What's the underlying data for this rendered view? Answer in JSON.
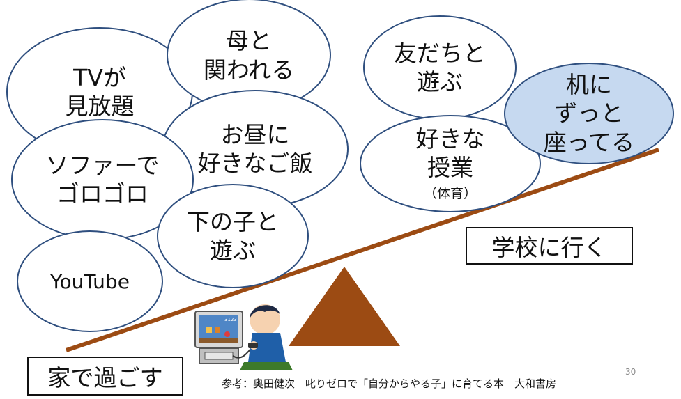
{
  "bubbles_home": [
    {
      "lines": [
        "TVが",
        "見放題"
      ]
    },
    {
      "lines": [
        "母と",
        "関われる"
      ]
    },
    {
      "lines": [
        "お昼に",
        "好きなご飯"
      ]
    },
    {
      "lines": [
        "ソファーで",
        "ゴロゴロ"
      ]
    },
    {
      "lines": [
        "下の子と",
        "遊ぶ"
      ]
    },
    {
      "lines": [
        "YouTube"
      ]
    }
  ],
  "bubbles_school": [
    {
      "lines": [
        "友だちと",
        "遊ぶ"
      ]
    },
    {
      "lines": [
        "好きな",
        "授業"
      ],
      "sub": "（体育）"
    },
    {
      "lines": [
        "机に",
        "ずっと",
        "座ってる"
      ]
    }
  ],
  "labels": {
    "home": "家で過ごす",
    "school": "学校に行く"
  },
  "reference": "参考：奥田健次　叱りゼロで「自分からやる子」に育てる本　大和書房",
  "page_number": "30",
  "illustration": {
    "screen_text": "3123"
  },
  "colors": {
    "bubble_fill": "#ffffff",
    "highlight_fill": "#c6d9f0",
    "bubble_stroke": "#2f4f7f",
    "beam": "#9c4b13",
    "fulcrum": "#9c4b13"
  }
}
